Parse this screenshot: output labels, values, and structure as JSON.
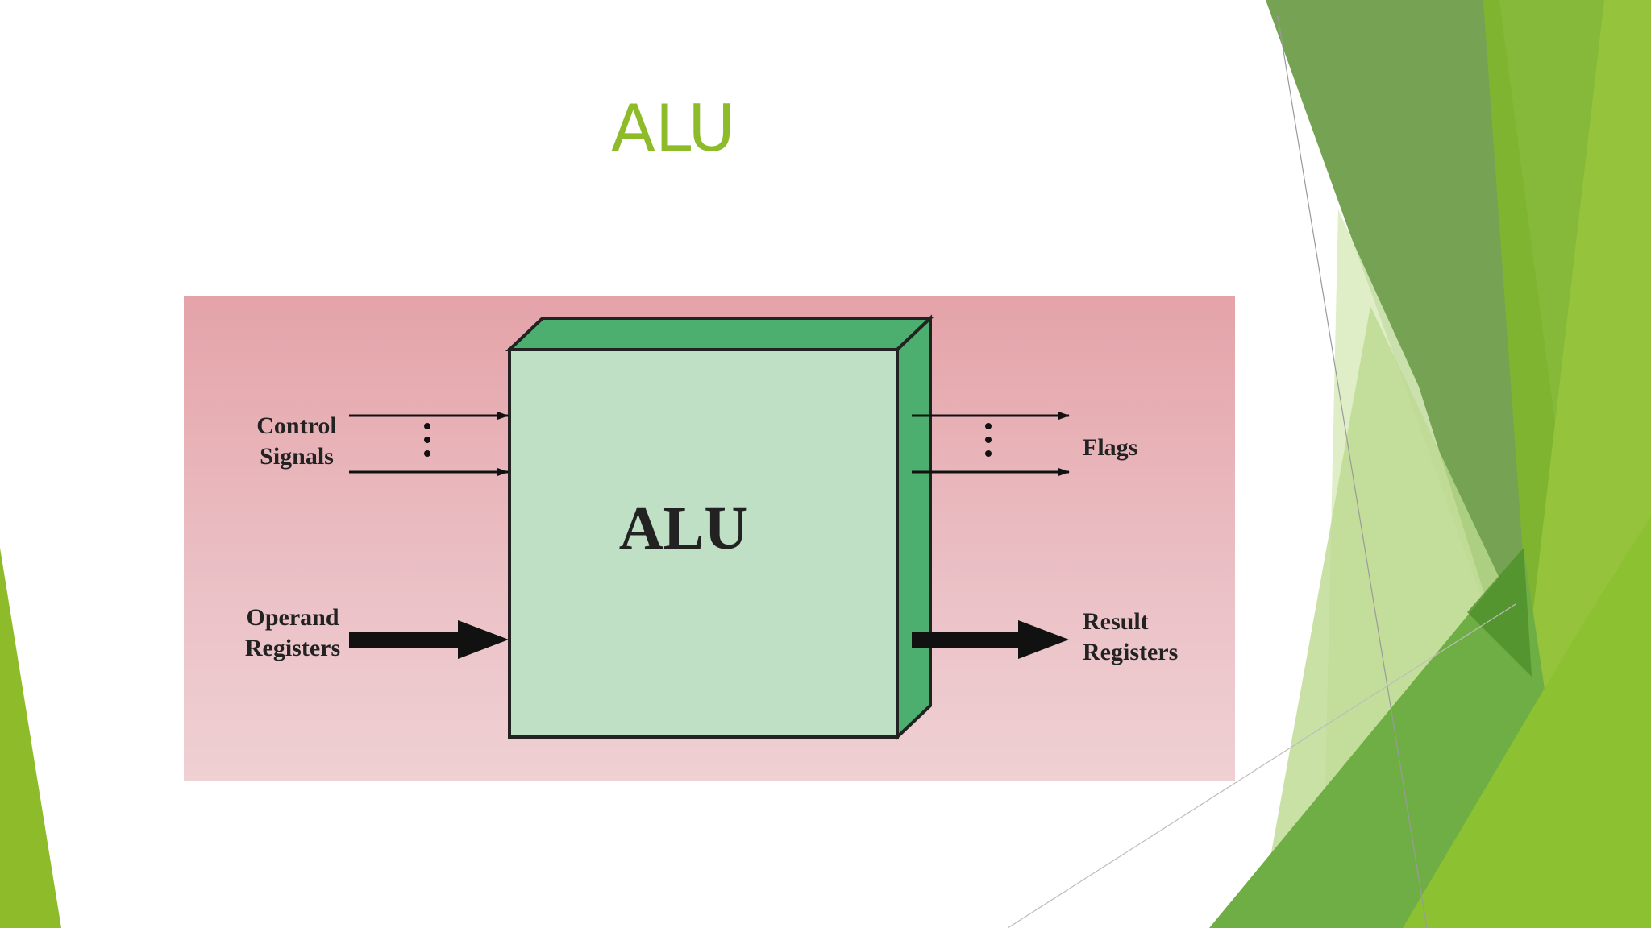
{
  "slide": {
    "title": "ALU"
  },
  "diagram": {
    "block_label": "ALU",
    "inputs": {
      "control_line1": "Control",
      "control_line2": "Signals",
      "operand_line1": "Operand",
      "operand_line2": "Registers"
    },
    "outputs": {
      "flags": "Flags",
      "result_line1": "Result",
      "result_line2": "Registers"
    },
    "colors": {
      "block_front": "#bfe0c5",
      "block_side": "#4caf6f",
      "background_top": "#e4a3a8",
      "background_bottom": "#efd0d3",
      "accent": "#8dbb2a"
    }
  }
}
